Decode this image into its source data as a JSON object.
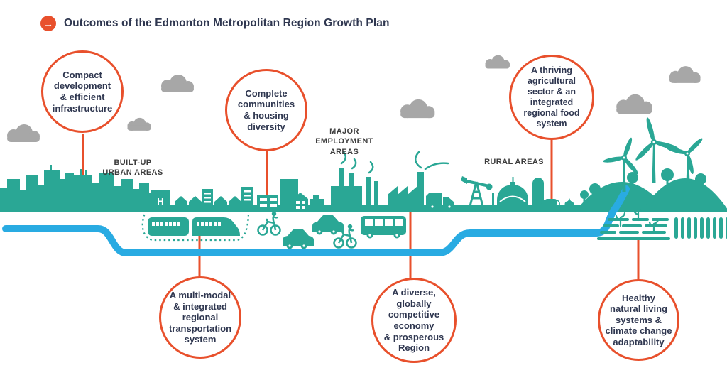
{
  "header": {
    "title": "Outcomes of the Edmonton Metropolitan Region Growth Plan",
    "arrow_glyph": "→"
  },
  "colors": {
    "accent_orange": "#E8502C",
    "teal": "#2AA795",
    "river_blue": "#29ABE2",
    "cloud_gray": "#A7A7A7",
    "heading_navy": "#2F3750",
    "label_gray": "#3C3C3C"
  },
  "outcome_bubbles": [
    {
      "id": "compact-development",
      "label": "Compact\ndevelopment\n& efficient\ninfrastructure"
    },
    {
      "id": "complete-communities",
      "label": "Complete\ncommunities\n& housing\ndiversity"
    },
    {
      "id": "agricultural-sector",
      "label": "A thriving\nagricultural\nsector & an\nintegrated\nregional food\nsystem"
    },
    {
      "id": "transportation-system",
      "label": "A multi-modal\n& integrated\nregional\ntransportation\nsystem"
    },
    {
      "id": "competitive-economy",
      "label": "A diverse,\nglobally\ncompetitive\neconomy\n& prosperous\nRegion"
    },
    {
      "id": "natural-living-systems",
      "label": "Healthy\nnatural living\nsystems &\nclimate change\nadaptability"
    }
  ],
  "area_labels": [
    {
      "id": "built-up-urban-areas",
      "label": "BUILT-UP\nURBAN AREAS"
    },
    {
      "id": "major-employment-areas",
      "label": "MAJOR\nEMPLOYMENT\nAREAS"
    },
    {
      "id": "rural-areas",
      "label": "RURAL AREAS"
    }
  ],
  "scene": {
    "hospital_letter": "H",
    "icons": [
      "arrow-right-icon",
      "cloud-icon",
      "city-skyline",
      "hospital-icon",
      "house-icon",
      "apartment-icon",
      "duplex-icon",
      "train-icon",
      "rail-route-dashes",
      "bicycle-rider-icon",
      "car-icon",
      "bus-icon",
      "factory-icon",
      "smokestack-icon",
      "smoke-wisp",
      "dump-truck-icon",
      "pumpjack-icon",
      "barn-icon",
      "silo-icon",
      "fence-post",
      "cow-icon",
      "chicken-icon",
      "tree-icon",
      "hill",
      "wind-turbine-icon",
      "river",
      "crop-rows-icon",
      "sprout-icon",
      "field-bars-icon"
    ]
  }
}
